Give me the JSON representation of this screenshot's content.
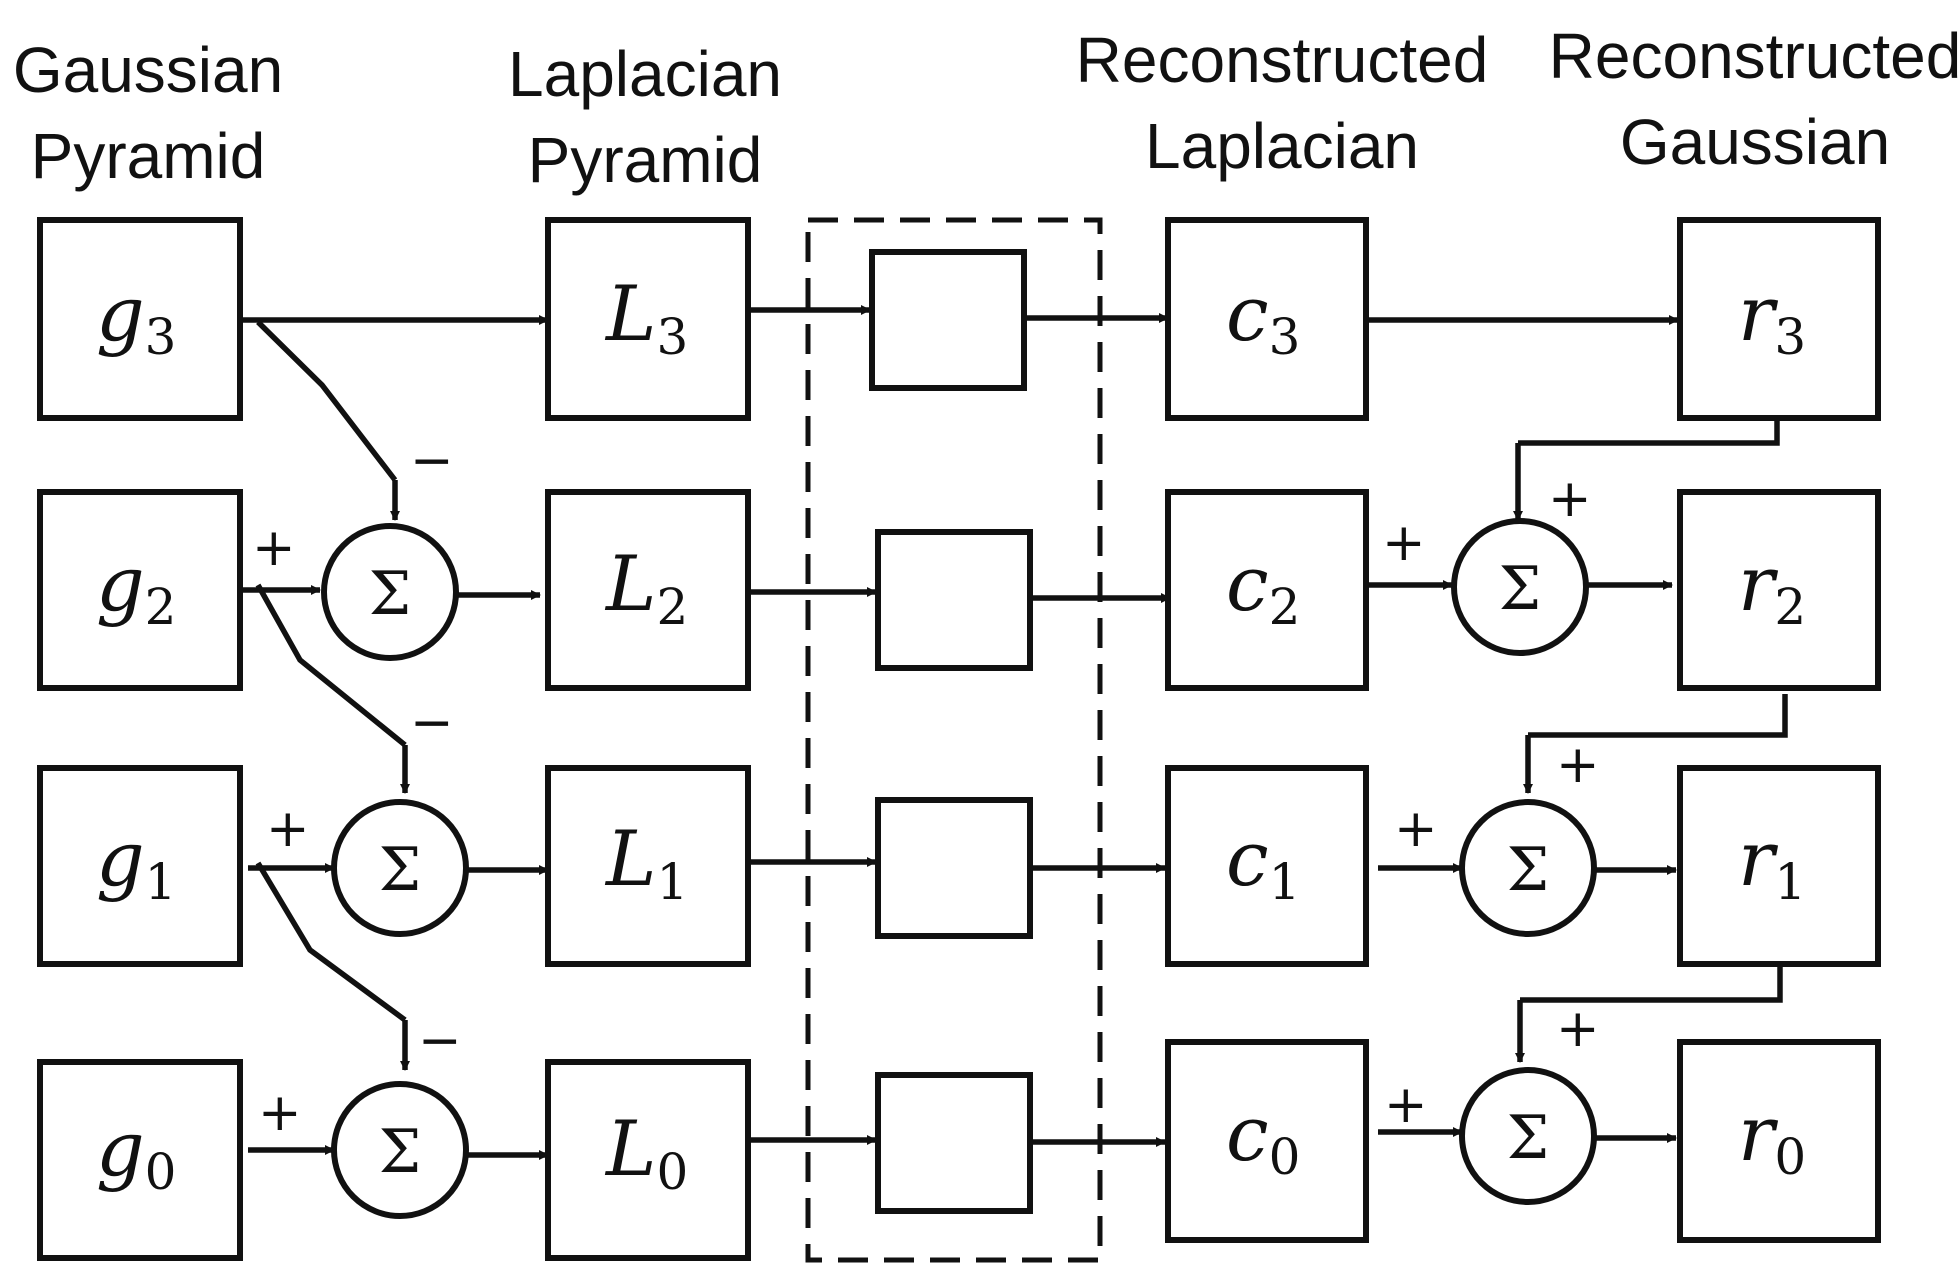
{
  "headers": {
    "gaussian": [
      "Gaussian",
      "Pyramid"
    ],
    "laplacian": [
      "Laplacian",
      "Pyramid"
    ],
    "recon_laplacian": [
      "Reconstructed",
      "Laplacian"
    ],
    "recon_gaussian": [
      "Reconstructed",
      "Gaussian"
    ]
  },
  "gaussian_nodes": [
    {
      "sym": "g",
      "sub": "3"
    },
    {
      "sym": "g",
      "sub": "2"
    },
    {
      "sym": "g",
      "sub": "1"
    },
    {
      "sym": "g",
      "sub": "0"
    }
  ],
  "laplacian_nodes": [
    {
      "sym": "L",
      "sub": "3"
    },
    {
      "sym": "L",
      "sub": "2"
    },
    {
      "sym": "L",
      "sub": "1"
    },
    {
      "sym": "L",
      "sub": "0"
    }
  ],
  "recon_laplacian_nodes": [
    {
      "sym": "c",
      "sub": "3"
    },
    {
      "sym": "c",
      "sub": "2"
    },
    {
      "sym": "c",
      "sub": "1"
    },
    {
      "sym": "c",
      "sub": "0"
    }
  ],
  "recon_gaussian_nodes": [
    {
      "sym": "r",
      "sub": "3"
    },
    {
      "sym": "r",
      "sub": "2"
    },
    {
      "sym": "r",
      "sub": "1"
    },
    {
      "sym": "r",
      "sub": "0"
    }
  ],
  "symbols": {
    "sum": "Σ",
    "plus": "+",
    "minus": "−"
  }
}
